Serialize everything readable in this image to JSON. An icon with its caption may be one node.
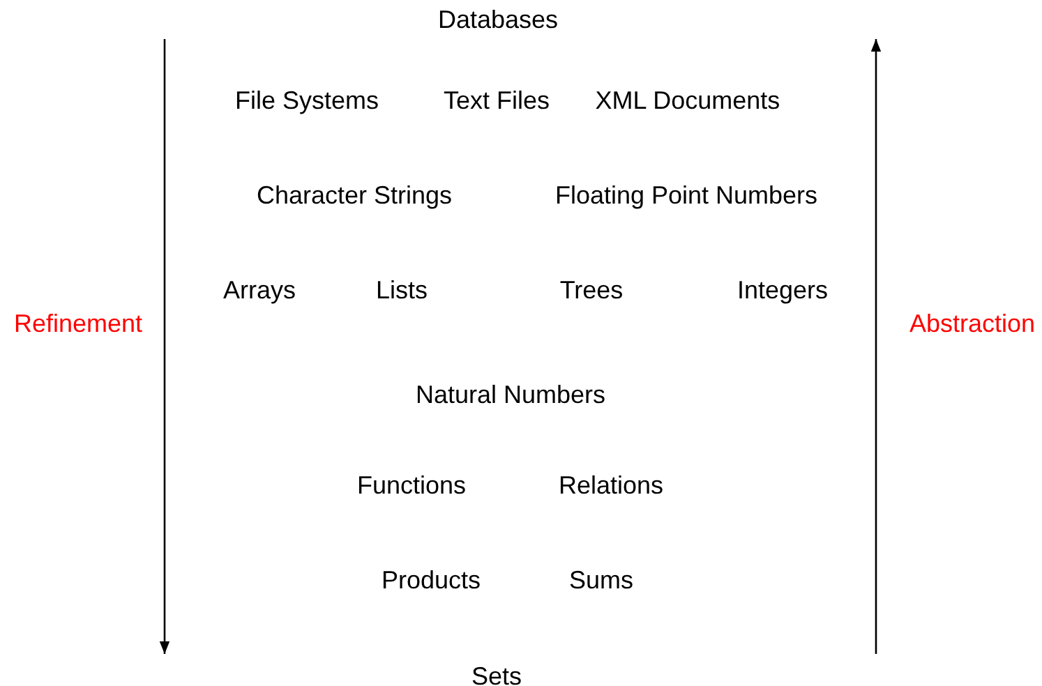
{
  "diagram": {
    "labels": [
      "Databases",
      "File Systems",
      "Text Files",
      "XML Documents",
      "Character Strings",
      "Floating Point Numbers",
      "Arrays",
      "Lists",
      "Trees",
      "Integers",
      "Refinement",
      "Abstraction",
      "Natural Numbers",
      "Functions",
      "Relations",
      "Products",
      "Sums",
      "Sets"
    ]
  }
}
